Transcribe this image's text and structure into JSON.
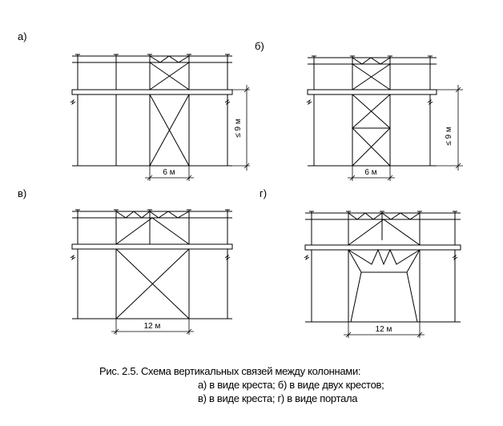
{
  "panels": {
    "a": {
      "label": "а)",
      "span": "6 м",
      "height": "≤ 9 м"
    },
    "b": {
      "label": "б)",
      "span": "6 м",
      "height": "≤ 9 м"
    },
    "v": {
      "label": "в)",
      "span": "12 м"
    },
    "g": {
      "label": "г)",
      "span": "12 м"
    }
  },
  "caption": {
    "line1": "Рис. 2.5. Схема вертикальных связей между колоннами:",
    "line2": "а) в виде креста; б) в виде двух крестов;",
    "line3": "в) в виде креста; г) в виде портала"
  }
}
